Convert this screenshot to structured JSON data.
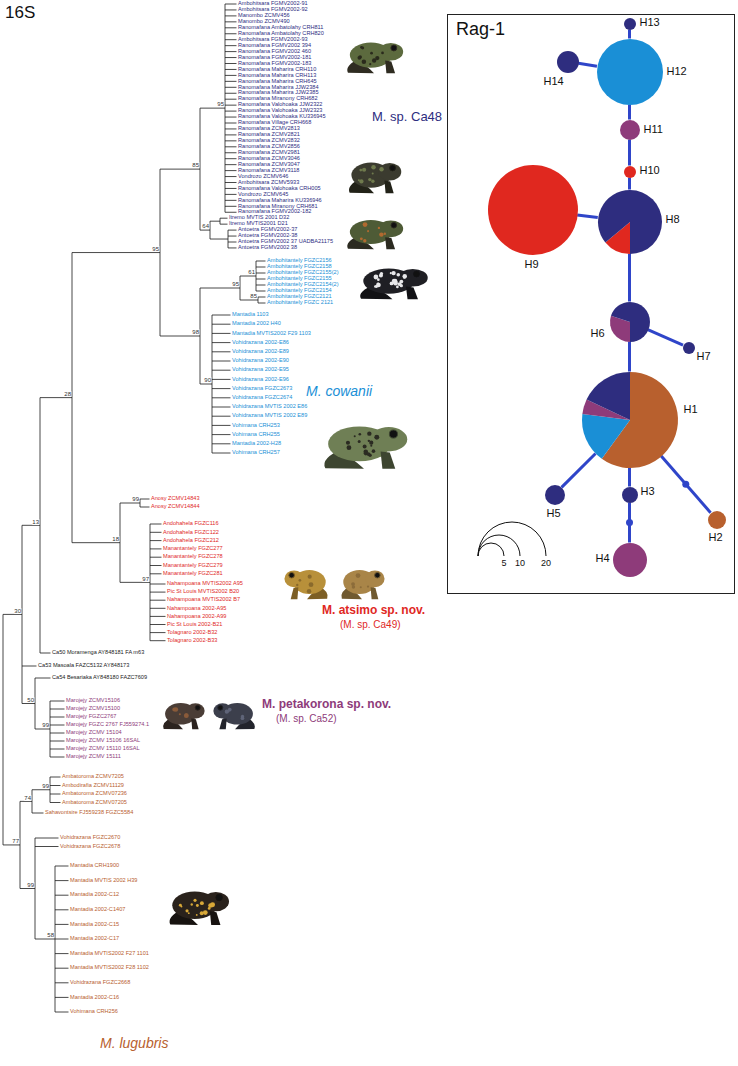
{
  "diagram": {
    "nodes": [
      {
        "text": [
          "Rag-1"
        ]
      },
      {
        "text": [
          "H13"
        ],
        "in": 0
      },
      {
        "text": [
          "H14"
        ],
        "in": 0
      },
      {
        "text": [
          "H12"
        ],
        "in": 0
      },
      {
        "text": [
          "H11"
        ],
        "in": 0
      },
      {
        "text": [
          "H10"
        ],
        "in": 0
      },
      {
        "text": [
          "H9"
        ],
        "in": 0
      },
      {
        "text": [
          "H8"
        ],
        "in": 0
      },
      {
        "text": [
          "H6"
        ],
        "in": 0
      },
      {
        "text": [
          "H7"
        ],
        "in": 0
      },
      {
        "text": [
          "H1"
        ],
        "in": 0
      },
      {
        "text": [
          "H5"
        ],
        "in": 0
      },
      {
        "text": [
          "H3"
        ],
        "in": 0
      },
      {
        "text": [
          "H2"
        ],
        "in": 0
      },
      {
        "text": [
          "H4"
        ],
        "in": 0
      }
    ],
    "edges": [
      {
        "from": 1,
        "to": 3,
        "arrow": "none"
      },
      {
        "from": 2,
        "to": 3,
        "arrow": "none"
      },
      {
        "from": 3,
        "to": 4,
        "arrow": "none"
      },
      {
        "from": 4,
        "to": 5,
        "arrow": "none"
      },
      {
        "from": 5,
        "to": 7,
        "arrow": "none"
      },
      {
        "from": 6,
        "to": 7,
        "arrow": "none"
      },
      {
        "from": 7,
        "to": 8,
        "arrow": "none"
      },
      {
        "from": 8,
        "to": 9,
        "arrow": "none"
      },
      {
        "from": 8,
        "to": 10,
        "arrow": "none"
      },
      {
        "from": 10,
        "to": 11,
        "arrow": "none"
      },
      {
        "from": 10,
        "to": 12,
        "arrow": "none"
      },
      {
        "from": 10,
        "to": 13,
        "arrow": "none"
      },
      {
        "from": 12,
        "to": 14,
        "arrow": "none"
      }
    ],
    "labels": [
      "16S",
      "Ambohitsara FGMV2002-91",
      "Ambohitsara FGMV2002-92",
      "Manombo ZCMV456",
      "Manombo ZCMV490",
      "Ranomafana Ambatolahy CRH811",
      "Ranomafana Ambatolahy CRH820",
      "Ambohitsara FGMV2002-93",
      "Ranomafana FGMV2002 394",
      "Ranomafana FGMV2002 460",
      "Ranomafana FGMV2002-181",
      "Ranomafana FGMV2002-183",
      "Ranomafana Maharira CRH110",
      "Ranomafana Maharira CRH113",
      "Ranomafana Maharira CRH645",
      "Ranomafana Maharira JJW2384",
      "Ranomafana Maharira JJW2385",
      "Ranomafana Miranony CRH682",
      "Ranomafana Valohoaka JJW2322",
      "Ranomafana Valohoaka JJW2323",
      "Ranomafana Valohoaka KU336945",
      "Ranomafana Village CRH668",
      "Ranomafana ZCMV2813",
      "Ranomafana ZCMV2821",
      "Ranomafana ZCMV2832",
      "Ranomafana ZCMV2856",
      "Ranomafana ZCMV2981",
      "Ranomafana ZCMV3046",
      "Ranomafana ZCMV3047",
      "Ranomafana ZCMV3118",
      "Vondrozo ZCMV646",
      "Ambohitsara ZCMV5933",
      "Ranomafana Valohoaka CRH005",
      "Vondrozo ZCMV645",
      "Ranomafana Maharira KU336946",
      "Ranomafana Miranony CRH681",
      "Ranomafana FGMV2002-182",
      "Itremo MVTIS 2001 D32",
      "Itremo MVTIS2001 D21",
      "Antoetra FGMV2002-37",
      "Antoetra FGMV2002-38",
      "Antoetra FGMV2002 37 UADBA21175",
      "Antoetra FGMV2002 38",
      "Ambohitantely FGZC2156",
      "Ambohitantely FGZC2158",
      "Ambohitantely FGZC2155(2)",
      "Ambohitantely FGZC2155",
      "Ambohitantely FGZC2154(2)",
      "Ambohitantely FGZC2154",
      "Ambohitantely FGZC2121",
      "Ambohitantely FGZC 2121",
      "Mantadia 1103",
      "Mantadia 2002 H40",
      "Mantadia MVTIS2002 F29 1103",
      "Vohidrazana 2002-E86",
      "Vohidrazana 2002-E89",
      "Vohidrazana 2002-E90",
      "Vohidrazana 2002-E95",
      "Vohidrazana 2002-E96",
      "Vohidrazana FGZC2673",
      "Vohidrazana FGZC2674",
      "Vohidrazana MVTIS 2002 E86",
      "Vohidrazana MVTIS 2002 E89",
      "Vohimana CRH253",
      "Vohimana CRH255",
      "Mantadia 2002-H28",
      "Vohimana CRH257",
      "Anosy ZCMV14843",
      "Anosy ZCMV14844",
      "Andohahela FGZC116",
      "Andohahela FGZC122",
      "Andohahela FGZC212",
      "Manantantely FGZC277",
      "Manantantely FGZC278",
      "Manantantely FGZC279",
      "Manantantely FGZC281",
      "Nahampoana MVTIS2002 A95",
      "Pic St Louis MVTIS2002 B20",
      "Nahampoana MVTIS2002 B7",
      "Nahampoana 2002-A95",
      "Nahampoana 2002-A99",
      "Pic St Louis 2002-B21",
      "Tolagnaro 2002-B32",
      "Tolagnaro 2002-B33",
      "Ca50 Moramenga AY848181 FA m63",
      "Ca53 Masoala FAZC5132 AY848173",
      "Ca54 Besariaka AY848180 FAZC7609",
      "Marojejy ZCMV15106",
      "Marojejy ZCMV15100",
      "Marojejy FGZC2767",
      "Marojejy FGZC 2767 FJ559274.1",
      "Marojejy ZCMV 15104",
      "Marojejy ZCMV 15106 16SAL",
      "Marojejy ZCMV 15110 16SAL",
      "Marojejy ZCMV 15111",
      "Ambatoroma ZCMV7205",
      "Ambodirafia ZCMV11129",
      "Ambatoroma ZCMV07236",
      "Ambatoroma ZCMV07205",
      "Sahavontsire FJ559238 FGZC5584",
      "Vohidrazana FGZC2670",
      "Vohidrazana FGZC2678",
      "Mantadia CRH1900",
      "Mantadia MVTIS 2002 H39",
      "Mantadia 2002-C12",
      "Mantadia 2002-C1407",
      "Mantadia 2002-C15",
      "Mantadia 2002-C17",
      "Mantadia MVTIS2002 F27 1101",
      "Mantadia MVTIS2002 F28 1102",
      "Vohidrazana FGZC2668",
      "Mantadia 2002-C16",
      "Vohimana CRH256",
      "95",
      "85",
      "64",
      "95",
      "61",
      "95",
      "85",
      "98",
      "90",
      "28",
      "13",
      "99",
      "18",
      "97",
      "30",
      "50",
      "99",
      "74",
      "99",
      "77",
      "99",
      "58",
      "M. sp. Ca48",
      "M. cowanii",
      "M. atsimo sp. nov.",
      "(M. sp. Ca49)",
      "M. petakorona sp. nov.",
      "(M. sp. Ca52)",
      "M. lugubris",
      "5",
      "10",
      "20"
    ]
  }
}
